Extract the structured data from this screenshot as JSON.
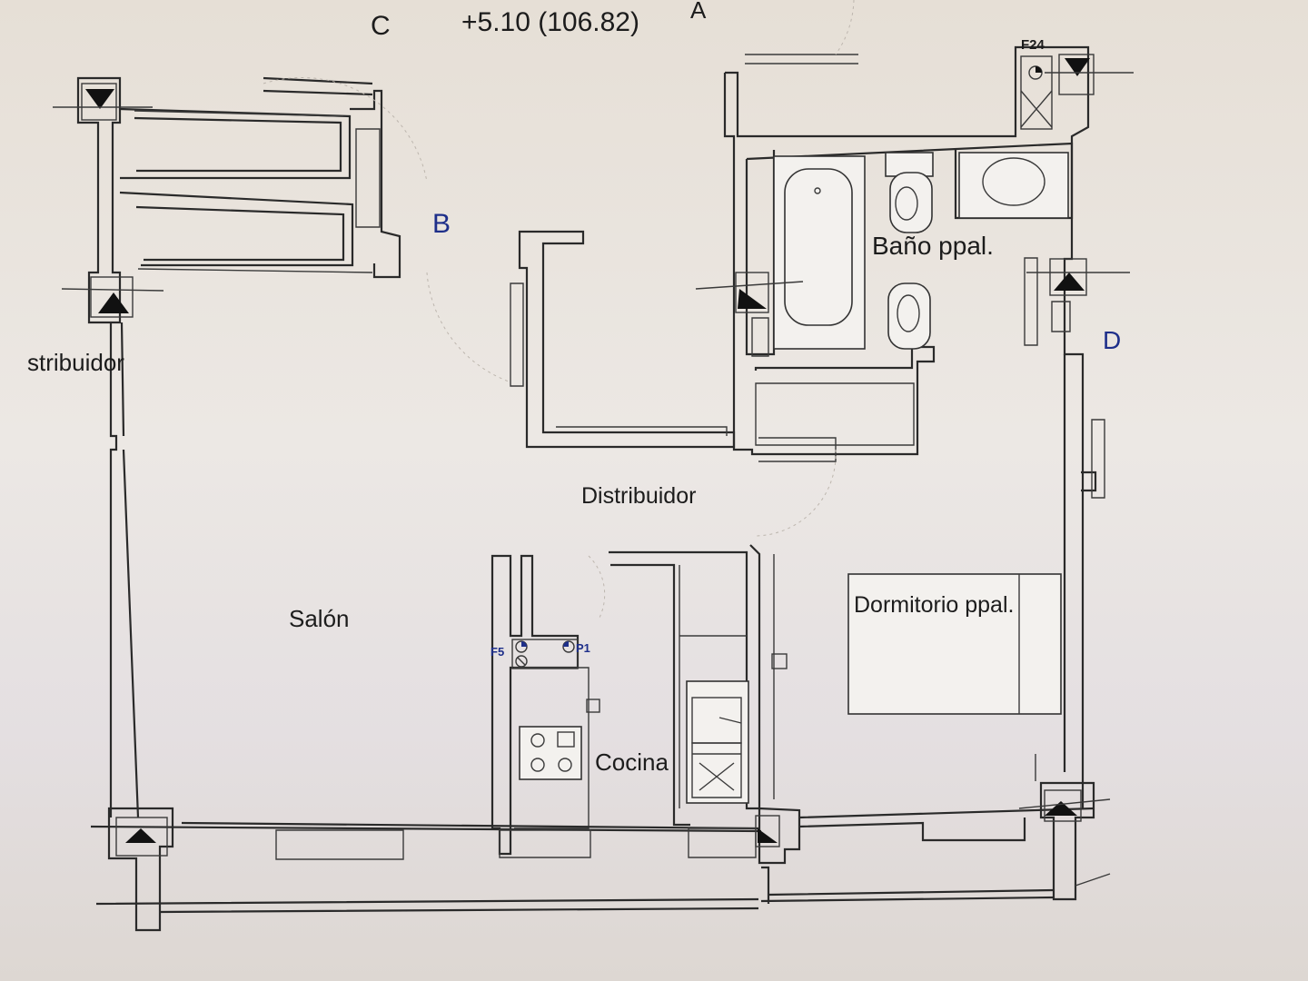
{
  "header": {
    "elevation": "+5.10 (106.82)",
    "mark_left": "C",
    "mark_right": "A"
  },
  "rooms": {
    "bathroom": "Baño ppal.",
    "hall_left": "stribuidor",
    "hall_center": "Distribuidor",
    "living": "Salón",
    "kitchen": "Cocina",
    "bedroom": "Dormitorio ppal."
  },
  "section_marks": {
    "b": "B",
    "d": "D"
  },
  "codes": {
    "f24": "F24",
    "f5": "F5",
    "p1": "P1"
  },
  "colors": {
    "paper": "#e9e4dc",
    "ink": "#2a2a2a",
    "code_ink": "#1e2f8a"
  }
}
